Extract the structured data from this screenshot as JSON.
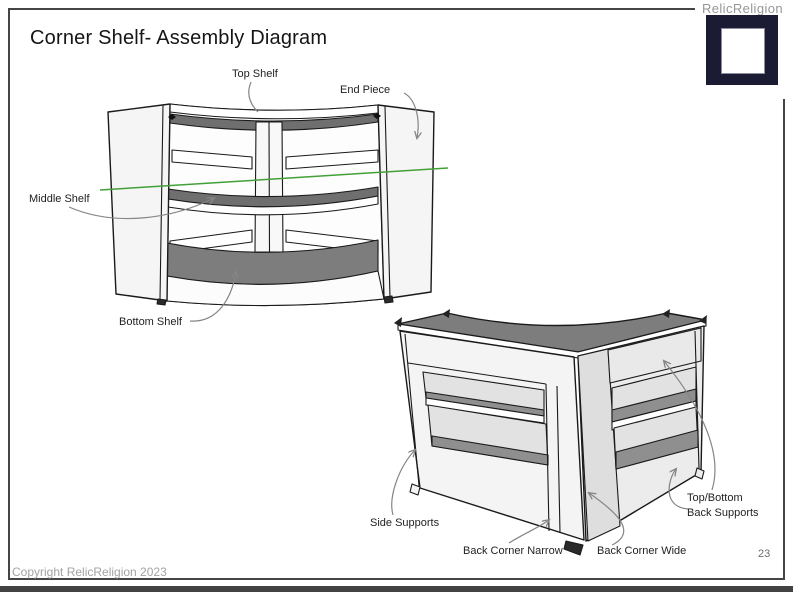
{
  "slide": {
    "title": "Corner Shelf- Assembly Diagram",
    "copyright": "Copyright RelicReligion 2023",
    "page_number": "23"
  },
  "logo": {
    "brand": "RelicReligion"
  },
  "front_view": {
    "labels": {
      "top_shelf": "Top Shelf",
      "end_piece": "End Piece",
      "middle_shelf": "Middle Shelf",
      "bottom_shelf": "Bottom Shelf"
    }
  },
  "back_view": {
    "labels": {
      "side_supports": "Side Supports",
      "back_corner_narrow": "Back Corner Narrow",
      "back_corner_wide": "Back Corner Wide",
      "top_bottom_back_supports": [
        "Top/Bottom",
        "Back Supports"
      ]
    }
  },
  "colors": {
    "logo_navy": "#1b1b33",
    "shelf_gray_dark": "#6f6f6f",
    "shelf_gray_bottom": "#7d7d7d",
    "shelf_gray_back_view": "#8f8f8f",
    "axis_green": "#42a038",
    "leader_gray": "#858585",
    "border_gray": "#454545",
    "panel_white": "#f5f5f5"
  }
}
